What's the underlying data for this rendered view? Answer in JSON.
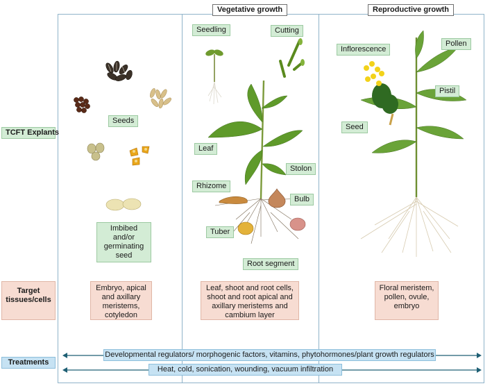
{
  "headers": {
    "vegetative": "Vegetative growth",
    "reproductive": "Reproductive growth"
  },
  "row_labels": {
    "explants": "TCFT Explants",
    "target": "Target\ntissues/cells",
    "treatments": "Treatments"
  },
  "seeds_column": {
    "seeds_label": "Seeds",
    "imbibed_label": "Imbibed and/or germinating seed",
    "target_text": "Embryo, apical and axillary meristems, cotyledon"
  },
  "vegetative_column": {
    "seedling": "Seedling",
    "cutting": "Cutting",
    "leaf": "Leaf",
    "stolon": "Stolon",
    "rhizome": "Rhizome",
    "bulb": "Bulb",
    "tuber": "Tuber",
    "root_segment": "Root segment",
    "target_text": "Leaf, shoot and root cells, shoot and root apical and axillary meristems and cambium layer"
  },
  "reproductive_column": {
    "inflorescence": "Inflorescence",
    "pollen": "Pollen",
    "pistil": "Pistil",
    "seed": "Seed",
    "target_text": "Floral meristem, pollen, ovule, embryo"
  },
  "treatments": {
    "line1": "Developmental regulators/ morphogenic factors, vitamins, phytohormones/plant growth regulators",
    "line2": "Heat, cold, sonication, wounding, vacuum infiltration"
  },
  "colors": {
    "panel_border": "#8fb3c9",
    "label_green": "#d3ecd5",
    "target_salmon": "#f7dcd2",
    "treatment_blue": "#c6e2f3",
    "arrow": "#1e5f74"
  }
}
